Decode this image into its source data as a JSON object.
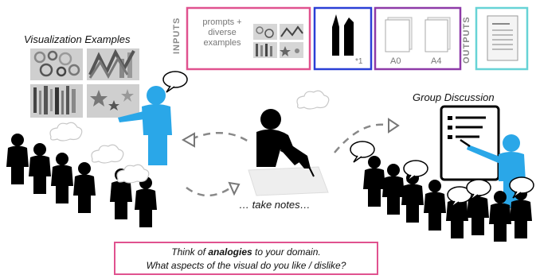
{
  "inputs_label": "INPUTS",
  "outputs_label": "OUTPUTS",
  "prompts_box": "prompts +\ndiverse\nexamples",
  "marker_footnote": "*1",
  "paper_a0": "A0",
  "paper_a4": "A4",
  "vis_examples_label": "Visualization Examples",
  "take_notes_label": "… take notes…",
  "group_discussion_label": "Group Discussion",
  "note_line1_pre": "Think of ",
  "note_line1_bold": "analogies",
  "note_line1_post": " to your domain.",
  "note_line2": "What aspects of the visual do you like / dislike?",
  "colors": {
    "pink": "#e0528f",
    "blue": "#2a3fd6",
    "purple": "#8e3aa8",
    "cyan": "#67d3d6",
    "accent_person": "#2aa7e8",
    "silhouette": "#000000"
  }
}
